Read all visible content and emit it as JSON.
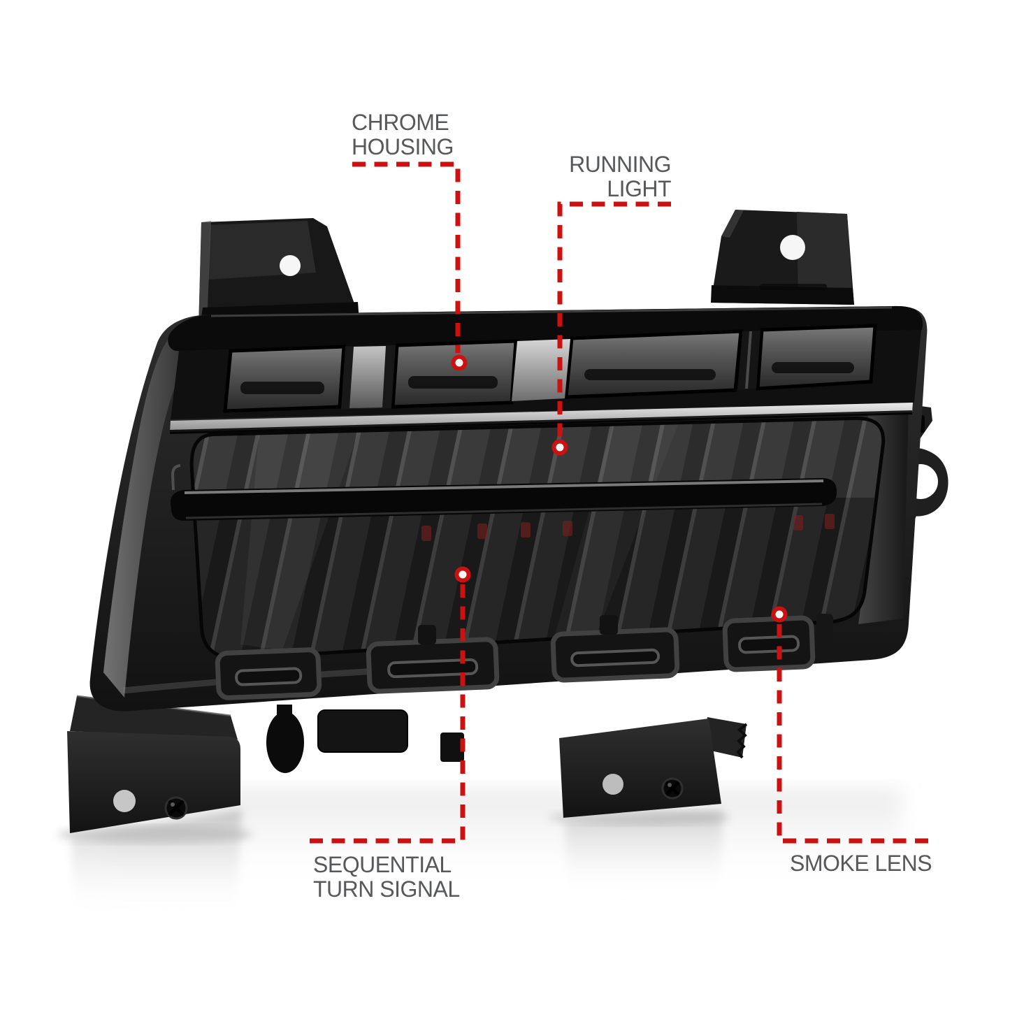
{
  "page": {
    "background_color": "#ffffff",
    "description": "Annotated product photo of a smoked LED fender light assembly with mounting brackets"
  },
  "product": {
    "name": "LED fender light assembly",
    "finish": "smoke / gloss black",
    "colors": {
      "housing_black": "#141414",
      "smoke_lens": "#2c2c2c",
      "chrome_trim": "#d2d2d2",
      "led_hint_red": "#7c2020",
      "bracket_black": "#1f1f1f"
    }
  },
  "annotations": {
    "line_color": "#cc1111",
    "label_color": "#57585a",
    "items": [
      {
        "id": "chrome-housing",
        "lines": [
          "CHROME",
          "HOUSING"
        ]
      },
      {
        "id": "running-light",
        "lines": [
          "RUNNING",
          "LIGHT"
        ]
      },
      {
        "id": "sequential-turn-signal",
        "lines": [
          "SEQUENTIAL",
          "TURN SIGNAL"
        ]
      },
      {
        "id": "smoke-lens",
        "lines": [
          "SMOKE LENS"
        ]
      }
    ]
  }
}
